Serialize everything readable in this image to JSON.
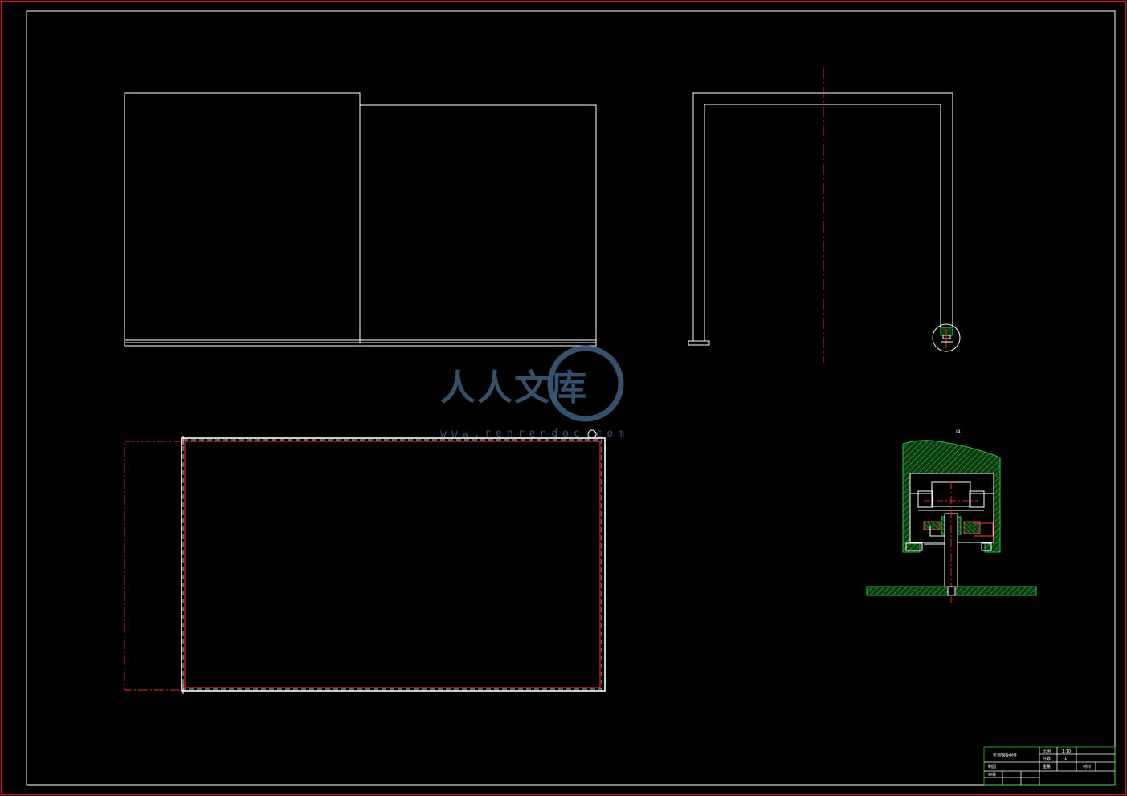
{
  "drawing": {
    "background": "#000000",
    "line_color": "#ffffff",
    "centerline_color": "#e0262a",
    "hatch_color": "#2fbf3a",
    "views": [
      "front-view",
      "side-view",
      "top-view",
      "section-detail-view"
    ],
    "detail_label": "I4"
  },
  "watermark": {
    "text": "人人文库",
    "url": "www.renrendoc.com",
    "color": "#3f5f7e"
  },
  "title_block": {
    "part_name": "可调钢板组件",
    "scale_label": "比例",
    "scale_value": "1:10",
    "qty_label": "件数",
    "qty_value": "1",
    "drawn_label": "制图",
    "checked_label": "审核",
    "weight_label": "重量",
    "material_label": "材料"
  }
}
